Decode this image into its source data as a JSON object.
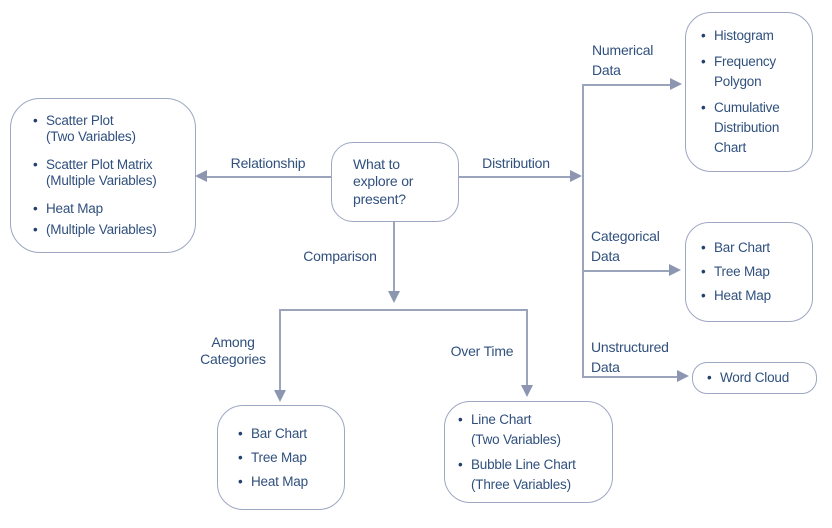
{
  "colors": {
    "background": "#ffffff",
    "text": "#30507e",
    "box_border": "#9da7c2",
    "connector_line": "#9aa4bb",
    "arrowhead": "#8c96b0"
  },
  "icons": {
    "bullet": "•"
  },
  "center_node": {
    "question": "What to\nexplore or\npresent?"
  },
  "edges": {
    "relationship": {
      "label": "Relationship"
    },
    "distribution": {
      "label": "Distribution"
    },
    "comparison": {
      "label": "Comparison"
    },
    "numerical_data": {
      "label": "Numerical\nData"
    },
    "categorical_data": {
      "label": "Categorical\nData"
    },
    "unstructured_data": {
      "label": "Unstructured\nData"
    },
    "among_categories": {
      "label": "Among\nCategories"
    },
    "over_time": {
      "label": "Over Time"
    }
  },
  "boxes": {
    "relationship_charts": {
      "items": [
        "Scatter Plot\n(Two Variables)",
        "Scatter Plot Matrix\n(Multiple Variables)",
        "Heat Map",
        "(Multiple Variables)"
      ]
    },
    "numerical_charts": {
      "items": [
        "Histogram",
        "Frequency\nPolygon",
        "Cumulative\nDistribution\nChart"
      ]
    },
    "categorical_charts": {
      "items": [
        "Bar Chart",
        "Tree Map",
        "Heat Map"
      ]
    },
    "unstructured_charts": {
      "items": [
        "Word Cloud"
      ]
    },
    "among_categories_charts": {
      "items": [
        "Bar Chart",
        "Tree Map",
        "Heat Map"
      ]
    },
    "over_time_charts": {
      "items": [
        "Line Chart\n(Two Variables)",
        "Bubble Line Chart\n(Three Variables)"
      ]
    }
  }
}
